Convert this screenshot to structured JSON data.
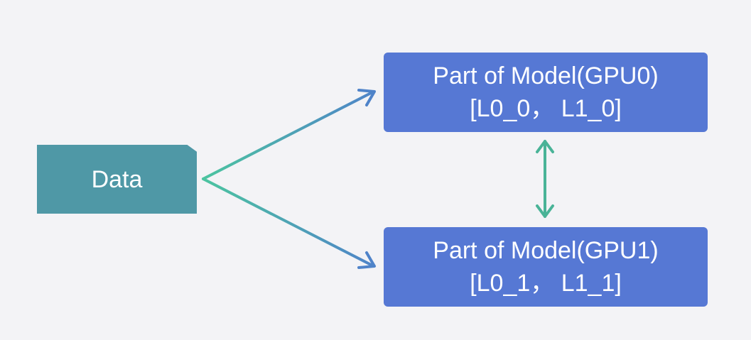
{
  "diagram": {
    "nodes": {
      "data": {
        "label": "Data"
      },
      "gpu0": {
        "title": "Part of Model(GPU0)",
        "layers": "[L0_0， L1_0]"
      },
      "gpu1": {
        "title": "Part of Model(GPU1)",
        "layers": "[L0_1， L1_1]"
      }
    },
    "colors": {
      "background": "#f3f3f6",
      "data_node": "#4f98a6",
      "gpu_node": "#5678d4",
      "arrow_teal": "#4cc4a0",
      "arrow_blue": "#4f83c9",
      "link_arrow": "#49b397"
    }
  }
}
